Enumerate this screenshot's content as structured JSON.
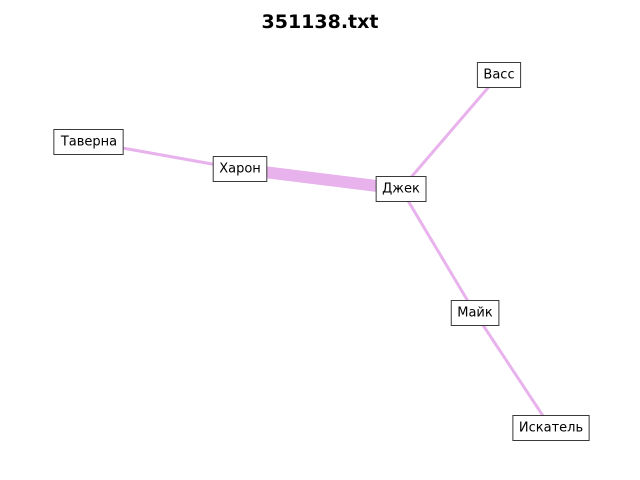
{
  "title": "351138.txt",
  "edge_color": "#e8b2ec",
  "nodes": [
    {
      "id": "taverna",
      "label": "Таверна"
    },
    {
      "id": "kharon",
      "label": "Харон"
    },
    {
      "id": "dzhek",
      "label": "Джек"
    },
    {
      "id": "vass",
      "label": "Васс"
    },
    {
      "id": "maik",
      "label": "Майк"
    },
    {
      "id": "iskatel",
      "label": "Искатель"
    }
  ],
  "edges": [
    {
      "source": "taverna",
      "target": "kharon",
      "weight": 1
    },
    {
      "source": "kharon",
      "target": "dzhek",
      "weight": 4
    },
    {
      "source": "dzhek",
      "target": "vass",
      "weight": 1
    },
    {
      "source": "dzhek",
      "target": "maik",
      "weight": 1
    },
    {
      "source": "maik",
      "target": "iskatel",
      "weight": 1
    }
  ]
}
